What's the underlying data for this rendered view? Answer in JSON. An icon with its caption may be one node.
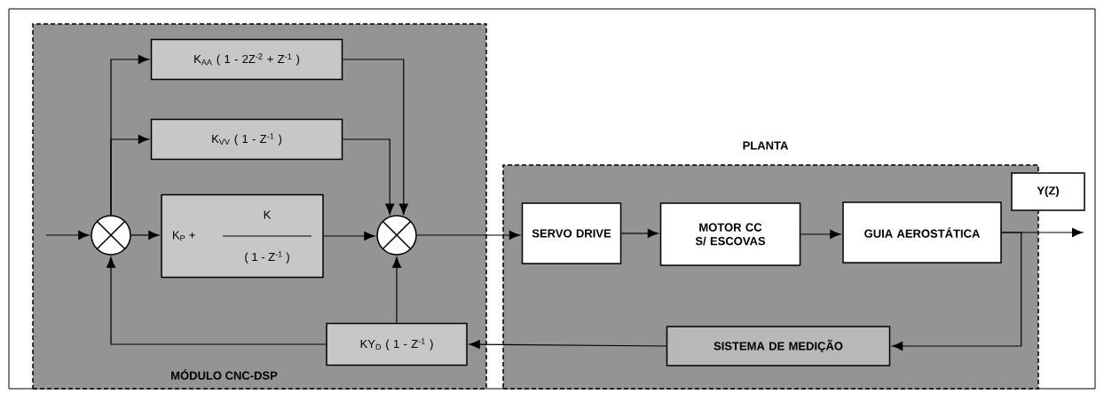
{
  "diagram": {
    "nodes": [
      {
        "text": [
          "MÓDULO CNC-DSP"
        ]
      },
      {
        "text": [
          "K$_{AA}$ ( 1 - 2Z$^{-2}$ + Z$^{-1}$ )"
        ],
        "in": 0
      },
      {
        "text": [
          "K$_{VV}$ ( 1 - Z$^{-1}$ )"
        ],
        "in": 0
      },
      {
        "text": [],
        "shape": "circle",
        "in": 0
      },
      {
        "text": [
          "K$_{P}$ +",
          "K",
          "( 1 - Z$^{-1}$ )"
        ],
        "in": 0
      },
      {
        "text": [],
        "shape": "circle",
        "in": 0
      },
      {
        "text": [
          "KY$_{D}$ ( 1 - Z$^{-1}$ )"
        ],
        "in": 0
      },
      {
        "text": [
          "PLANTA"
        ]
      },
      {
        "text": [
          "SERVO DRIVE"
        ],
        "in": 7
      },
      {
        "text": [
          "MOTOR CC S/ ESCOVAS"
        ],
        "in": 7
      },
      {
        "text": [
          "GUIA AEROSTÁTICA"
        ],
        "in": 7
      },
      {
        "text": [
          "SISTEMA DE MEDIÇÃO"
        ],
        "in": 7
      },
      {
        "text": [
          "Y(Z)"
        ]
      }
    ],
    "edges": [
      {
        "from": null,
        "to": 3,
        "arrow": "to"
      },
      {
        "from": 3,
        "to": 1,
        "arrow": "to"
      },
      {
        "from": 3,
        "to": 2,
        "arrow": "to"
      },
      {
        "from": 3,
        "to": 4,
        "arrow": "to"
      },
      {
        "from": 1,
        "to": 5,
        "arrow": "to"
      },
      {
        "from": 2,
        "to": 5,
        "arrow": "to"
      },
      {
        "from": 4,
        "to": 5,
        "arrow": "to"
      },
      {
        "from": 5,
        "to": 8,
        "arrow": "to"
      },
      {
        "from": 8,
        "to": 9,
        "arrow": "to"
      },
      {
        "from": 9,
        "to": 10,
        "arrow": "to"
      },
      {
        "from": 10,
        "to": null,
        "arrow": "to"
      },
      {
        "from": 10,
        "to": 11,
        "arrow": "to"
      },
      {
        "from": 11,
        "to": 6,
        "arrow": "to"
      },
      {
        "from": 6,
        "to": 5,
        "arrow": "to"
      },
      {
        "from": 6,
        "to": 3,
        "arrow": "to"
      }
    ]
  }
}
